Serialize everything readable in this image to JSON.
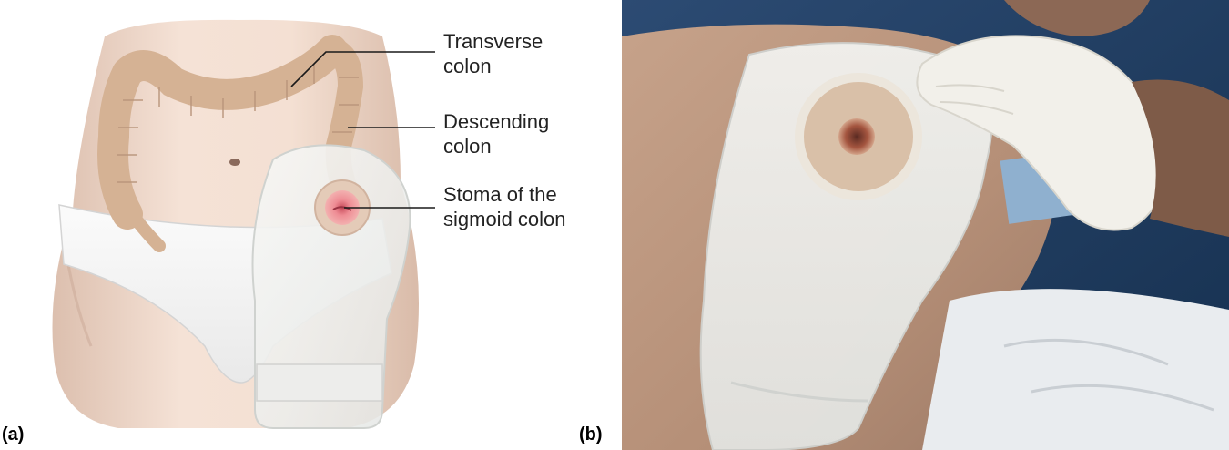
{
  "panel_a": {
    "letter": "(a)",
    "labels": {
      "transverse": "Transverse\ncolon",
      "descending": "Descending\ncolon",
      "stoma": "Stoma of the\nsigmoid colon"
    }
  },
  "panel_b": {
    "letter": "(b)"
  },
  "colors": {
    "skin": "#efd7c9",
    "colon": "#d5b294",
    "leader_line": "#1a1a1a",
    "stoma": "#e88a8a",
    "glove": "#f2f0ea",
    "shirt": "#1f3a5c"
  }
}
